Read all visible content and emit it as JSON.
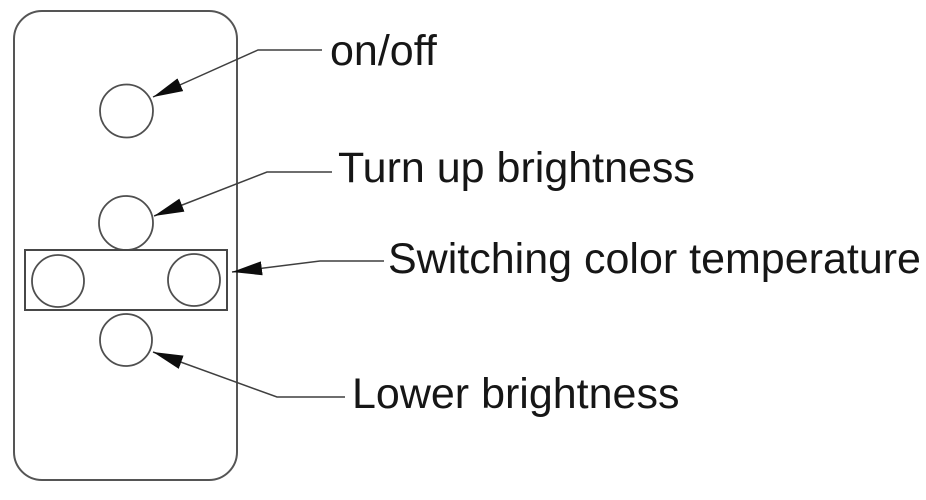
{
  "diagram": {
    "title": "remote-control-button-diagram",
    "colors": {
      "background": "#ffffff",
      "body_outline": "#555555",
      "button_outline": "#4f4f4f",
      "leader_line": "#3f3f3f",
      "arrowhead": "#0d0d0d",
      "text": "#161616"
    },
    "labels": {
      "power": "on/off",
      "brightness_up": "Turn up brightness",
      "color_temperature": "Switching color temperature",
      "brightness_down": "Lower brightness"
    },
    "parts": [
      {
        "shape": "circle",
        "name": "power-button",
        "label": "on/off"
      },
      {
        "shape": "circle",
        "name": "brightness-up-button",
        "label": "Turn up brightness"
      },
      {
        "shape": "rectangle-with-two-circles",
        "name": "color-temperature-switch",
        "label": "Switching color temperature"
      },
      {
        "shape": "circle",
        "name": "brightness-down-button",
        "label": "Lower brightness"
      }
    ]
  }
}
